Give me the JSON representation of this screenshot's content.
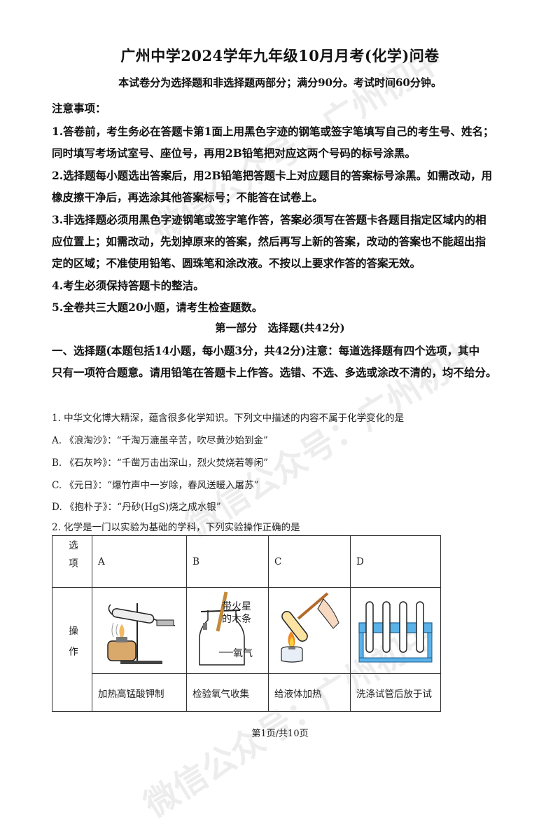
{
  "title": "广州中学2024学年九年级10月月考(化学)问卷",
  "subtitle": "本试卷分为选择题和非选择题两部分；满分90分。考试时间60分钟。",
  "notice_title": "注意事项：",
  "notices": [
    "1.答卷前，考生务必在答题卡第1面上用黑色字迹的钢笔或签字笔填写自己的考生号、姓名；",
    "同时填写考场试室号、座位号，再用2B铅笔把对应这两个号码的标号涂黑。",
    "2.选择题每小题选出答案后，用2B铅笔把答题卡上对应题目的答案标号涂黑。如需改动，用",
    "橡皮擦干净后，再选涂其他答案标号；不能答在试卷上。",
    "3.非选择题必须用黑色字迹钢笔或签字笔作答，答案必须写在答题卡各题目指定区域内的相",
    "应位置上；如需改动，先划掉原来的答案，然后再写上新的答案，改动的答案也不能超出指",
    "定的区域；不准使用铅笔、圆珠笔和涂改液。不按以上要求作答的答案无效。",
    "4.考生必须保持答题卡的整洁。",
    "5.全卷共三大题20小题，请考生检查题数。"
  ],
  "section_head": "第一部分  选择题(共42分)",
  "section_intro": [
    "一、选择题(本题包括14小题，每小题3分，共42分)注意：每道选择题有四个选项，其中",
    "只有一项符合题意。请用铅笔在答题卡上作答。选错、不选、多选或涂改不清的，均不给分。"
  ],
  "q1": {
    "stem": "1. 中华文化博大精深，蕴含很多化学知识。下列文中描述的内容不属于化学变化的是",
    "options": [
      "A. 《浪淘沙》：“千淘万漉虽辛苦，吹尽黄沙始到金”",
      "B. 《石灰吟》：“千凿万击出深山，烈火焚烧若等闲”",
      "C. 《元日》：“爆竹声中一岁除，春风送暖入屠苏”",
      "D. 《抱朴子》：“丹砂(HgS)烧之成水银”"
    ]
  },
  "q2": {
    "stem": "2. 化学是一门以实验为基础的学科，下列实验操作正确的是",
    "table": {
      "header_label": "选项",
      "row_label": "操作",
      "columns": [
        "A",
        "B",
        "C",
        "D"
      ],
      "captions": [
        "加热高锰酸钾制",
        "检验氧气收集",
        "给液体加热",
        "洗涤试管后放于试"
      ],
      "b_label_1": "带火星",
      "b_label_2": "的木条",
      "b_label_3": "氧气"
    }
  },
  "footer": "第1页/共10页",
  "watermark": [
    "微信公众号：广州初中",
    "微信公众号：广州初中",
    "微信公众号：广州初中"
  ]
}
